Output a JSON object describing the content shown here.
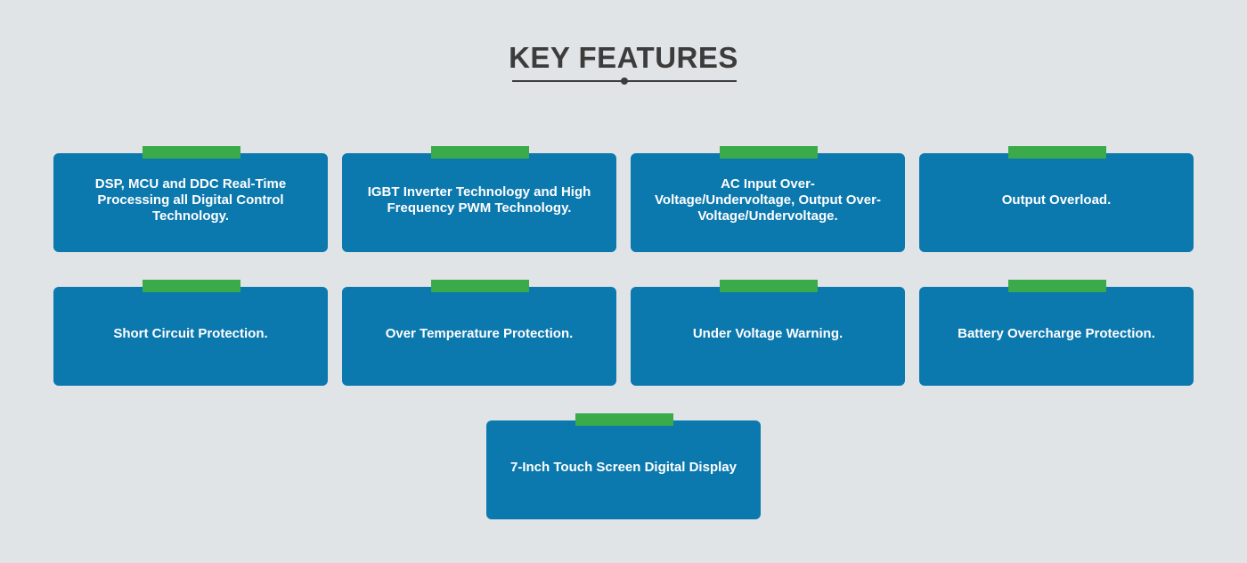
{
  "header": {
    "title": "KEY FEATURES"
  },
  "colors": {
    "background": "#e1e4e7",
    "card": "#0b78ae",
    "tab_accent": "#3aaa4a",
    "title": "#3c3c3c",
    "card_text": "#ffffff"
  },
  "features": [
    {
      "text": "DSP, MCU and DDC Real-Time Processing all Digital Control Technology."
    },
    {
      "text": "IGBT Inverter Technology and High Frequency PWM Technology."
    },
    {
      "text": "AC Input Over-Voltage/Undervoltage, Output Over-Voltage/Undervoltage."
    },
    {
      "text": "Output Overload."
    },
    {
      "text": "Short Circuit Protection."
    },
    {
      "text": "Over Temperature Protection."
    },
    {
      "text": "Under Voltage Warning."
    },
    {
      "text": "Battery Overcharge Protection."
    },
    {
      "text": "7-Inch Touch Screen Digital Display"
    }
  ]
}
